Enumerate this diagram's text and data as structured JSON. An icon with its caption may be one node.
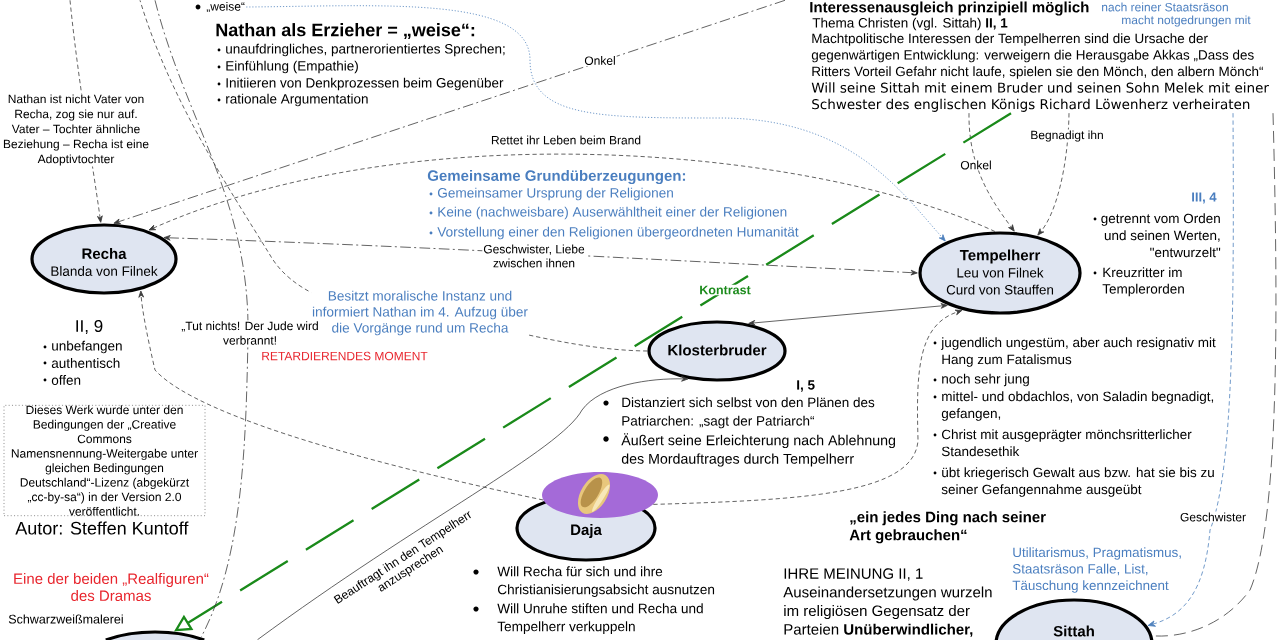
{
  "diagram": {
    "nodes": [
      {
        "text": [
          "Recha",
          "Blanda von Filnek"
        ],
        "beside": [
          "II, 9",
          "unbefangen",
          "authentisch",
          "offen"
        ]
      },
      {
        "text": [
          "Tempelherr",
          "Leu von Filnek",
          "Curd von Stauffen"
        ],
        "beside": [
          "getrennt vom Orden und seinen Werten, \"entwurzelt\"",
          "Kreuzritter im Templerorden",
          "jugendlich ungestüm, aber auch resignativ mit Hang zum Fatalismus",
          "noch sehr jung",
          "mittel- und obdachlos, von Saladin begnadigt, gefangen,",
          "Christ mit ausgeprägter mönchsritterlicher Standesethik",
          "übt kriegerisch Gewalt aus bzw. hat sie bis zu seiner Gefangennahme ausgeübt"
        ]
      },
      {
        "text": [
          "Klosterbruder"
        ],
        "beside": [
          "I, 5",
          "Distanziert sich selbst von den Plänen des Patriarchen: „sagt der Patriarch“",
          "Äußert seine Erleichterung nach Ablehnung des Mordauftrages durch Tempelherr"
        ]
      },
      {
        "text": [
          "Dieses Werk wurde unter den Bedingungen der „Creative Commons Namensnennung-Weitergabe unter gleichen Bedingungen Deutschland“-Lizenz (abgekürzt „cc-by-sa“) in der Version 2.0 veröffentlicht."
        ],
        "beside": [
          "Autor: Steffen Kuntoff"
        ]
      },
      {
        "text": [],
        "shape": "picture"
      },
      {
        "text": [
          "Daja"
        ],
        "beside": [
          "Will Recha für sich und ihre Christianisierungsabsicht ausnutzen",
          "Will Unruhe stiften und Recha und Tempelherr verkuppeln"
        ]
      },
      {
        "text": [],
        "shape": "ellipse",
        "beside": [
          "Eine der beiden „Realfiguren“ des Dramas"
        ]
      },
      {
        "text": [
          "Sittah"
        ],
        "beside": [
          "„ein jedes Ding nach seiner Art gebrauchen“",
          "Utilitarismus, Pragmatismus, Staatsräson Falle, List, Täuschung kennzeichnent",
          "IHRE MEINUNG II, 1 Auseinandersetzungen wurzeln im religiösen Gegensatz der Parteien **Unüberwindlicher,**"
        ]
      },
      {
        "text": [
          "„weise“"
        ]
      },
      {
        "text": [
          "Machtpolitische Interessen der Tempelherren sind die Ursache der gegenwärtigen Entwicklung: verweigern die Herausgabe Akkas „Dass des Ritters Vorteil Gefahr nicht laufe, spielen sie den Mönch, den albern Mönch“",
          "Will seine Sittah mit einem Bruder und seinen Sohn Melek mit einer Schwester des englischen Königs Richard Löwenherz verheiraten"
        ]
      }
    ],
    "edges": [
      {
        "from": null,
        "to": 0,
        "arrow": "to",
        "style": "dashed",
        "label": "Nathan ist nicht Vater von Recha, zog sie nur auf. Vater – Tochter ähnliche Beziehung – Recha ist eine Adoptivtochter"
      },
      {
        "from": null,
        "to": 0,
        "arrow": "to",
        "style": "dashed",
        "label": "Onkel"
      },
      {
        "from": 1,
        "to": 0,
        "arrow": "to",
        "style": "dashed",
        "label": "Rettet ihr Leben beim Brand"
      },
      {
        "from": 0,
        "to": 1,
        "arrow": "both",
        "style": "dashed",
        "label": "Geschwister, Liebe zwischen ihnen"
      },
      {
        "from": 8,
        "to": 1,
        "arrow": "to",
        "style": "dashed",
        "color": "#4f81bd"
      },
      {
        "from": 9,
        "to": 1,
        "arrow": "to",
        "style": "dashed",
        "label": "Onkel"
      },
      {
        "from": 9,
        "to": 1,
        "arrow": "to",
        "style": "dashed",
        "label": "Begnadigt ihn"
      },
      {
        "from": 2,
        "to": 1,
        "arrow": "both"
      },
      {
        "from": 2,
        "to": null,
        "arrow": "none",
        "style": "dashed",
        "label": "Besitzt moralische Instanz und informiert Nathan im 4. Aufzug über die Vorgänge rund um Recha"
      },
      {
        "from": 4,
        "to": 0,
        "arrow": "to",
        "style": "dashed"
      },
      {
        "from": 4,
        "to": 1,
        "arrow": "to",
        "style": "dashed"
      },
      {
        "from": null,
        "to": 2,
        "arrow": "to",
        "label": "Beauftragt ihn den Tempelherr anzusprechen"
      },
      {
        "from": 9,
        "to": 6,
        "arrow": "to",
        "style": "dashed",
        "color": "#1a8a1a",
        "label": "Kontrast"
      },
      {
        "from": null,
        "to": 6,
        "arrow": "none",
        "style": "dashed",
        "label": "„Tut nichts! Der Jude wird verbrannt!"
      },
      {
        "from": 9,
        "to": 7,
        "arrow": "to",
        "style": "dashed",
        "color": "#4f81bd",
        "label": "Geschwister"
      },
      {
        "from": 9,
        "to": 7,
        "arrow": "none",
        "style": "dashed"
      }
    ],
    "labels": [
      "Nathan als Erzieher = „weise“:",
      "unaufdringliches, partnerorientiertes Sprechen;",
      "Einfühlung (Empathie)",
      "Initiieren von Denkprozessen beim Gegenüber",
      "rationale Argumentation",
      "Interessenausgleich prinzipiell möglich",
      "nach reiner Staatsräson",
      "Thema Christen (vgl. Sittah) **II, 1**",
      "macht notgedrungen mit",
      "Gemeinsame Grundüberzeugungen:",
      "Gemeinsamer Ursprung der Religionen",
      "Keine (nachweisbare) Auserwähltheit einer der Religionen",
      "Vorstellung einer den Religionen übergeordneten Humanität",
      "III, 4",
      "RETARDIERENDES MOMENT",
      "Schwarzweißmalerei"
    ]
  }
}
